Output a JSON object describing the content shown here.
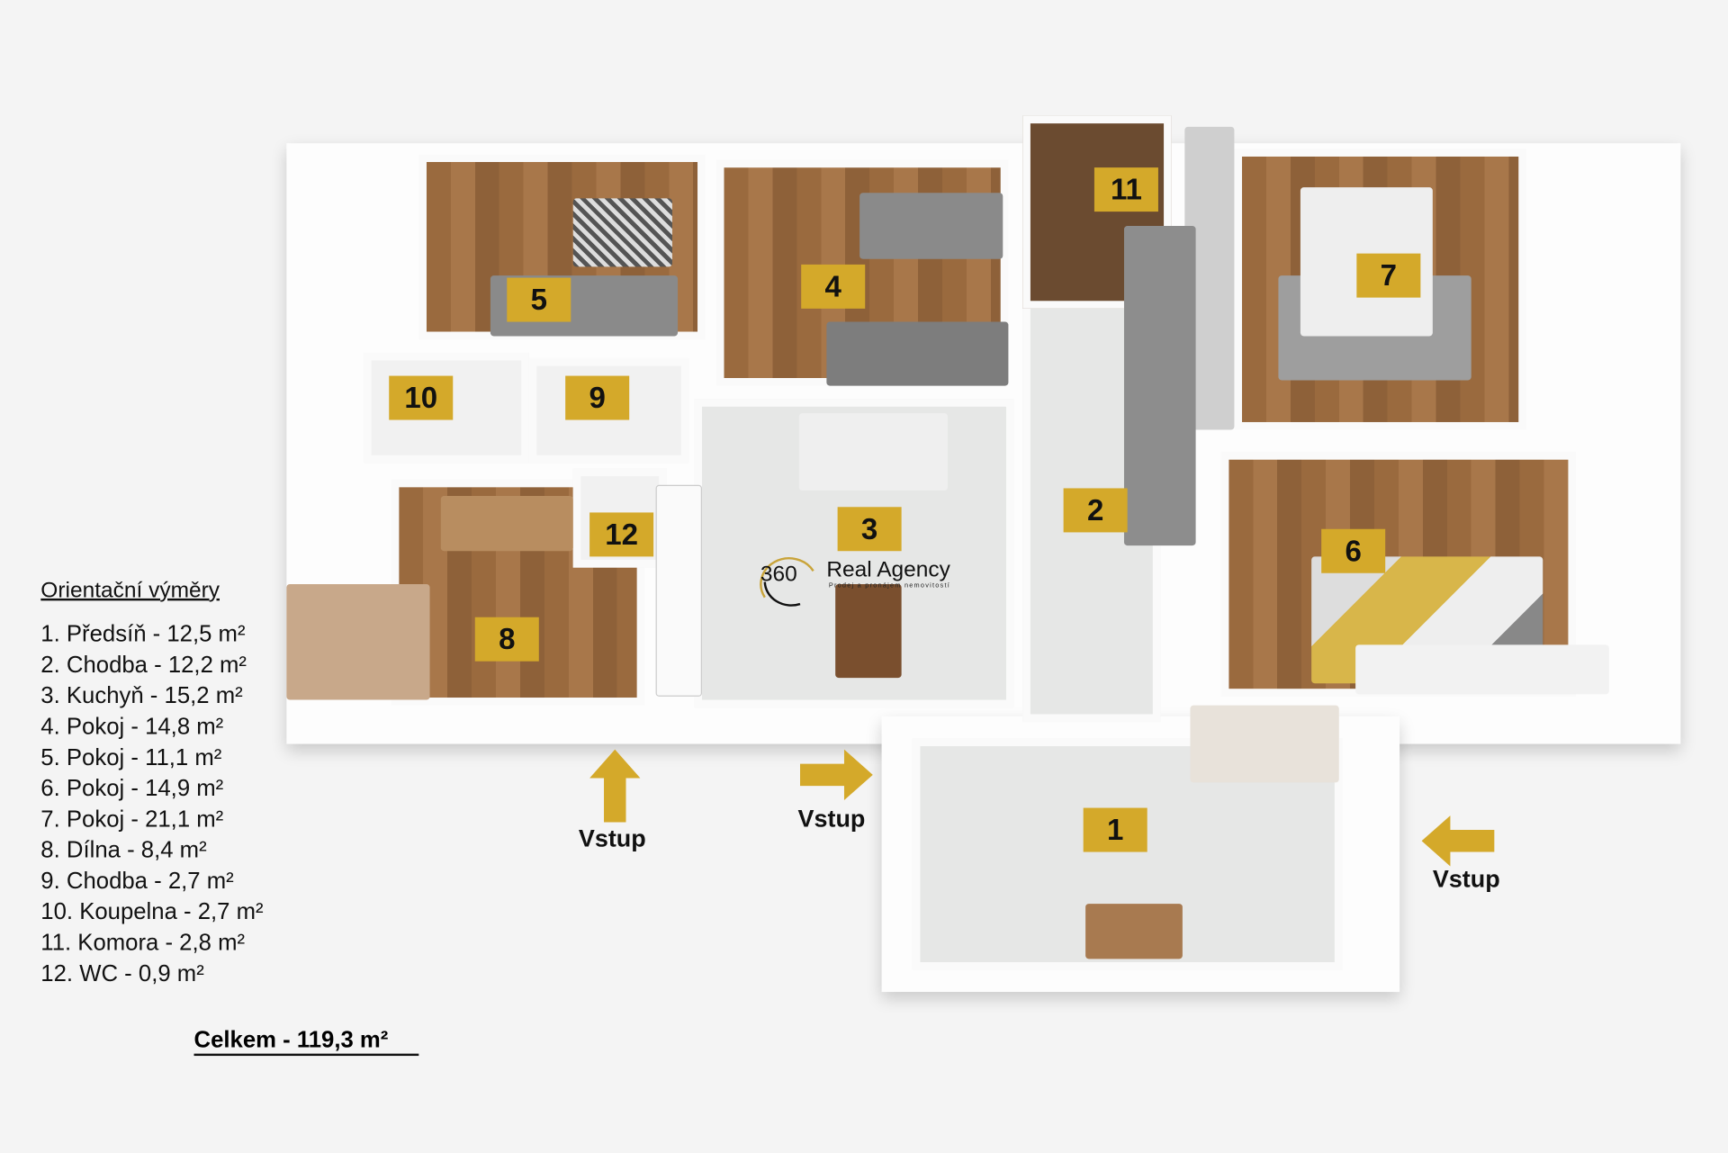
{
  "rooms": [
    {
      "number": "1"
    },
    {
      "number": "2"
    },
    {
      "number": "3"
    },
    {
      "number": "4"
    },
    {
      "number": "5"
    },
    {
      "number": "6"
    },
    {
      "number": "7"
    },
    {
      "number": "8"
    },
    {
      "number": "9"
    },
    {
      "number": "10"
    },
    {
      "number": "11"
    },
    {
      "number": "12"
    }
  ],
  "legend": {
    "title": "Orientační výměry",
    "items": [
      "1. Předsíň - 12,5 m²",
      "2. Chodba - 12,2 m²",
      "3. Kuchyň - 15,2 m²",
      "4. Pokoj - 14,8 m²",
      "5. Pokoj - 11,1 m²",
      "6. Pokoj - 14,9 m²",
      "7. Pokoj - 21,1 m²",
      "8. Dílna - 8,4 m²",
      "9. Chodba - 2,7 m²",
      "10. Koupelna - 2,7 m²",
      "11. Komora - 2,8 m²",
      "12. WC - 0,9 m²"
    ],
    "total": "Celkem - 119,3 m²"
  },
  "entrances": [
    "Vstup",
    "Vstup",
    "Vstup"
  ],
  "logo": {
    "number": "360",
    "name": "Real Agency",
    "tagline": "Prodej a pronájem nemovitostí"
  },
  "colors": {
    "label": "#d4a92a",
    "arrow": "#d4a92a",
    "wood": "#9a6a3e"
  }
}
